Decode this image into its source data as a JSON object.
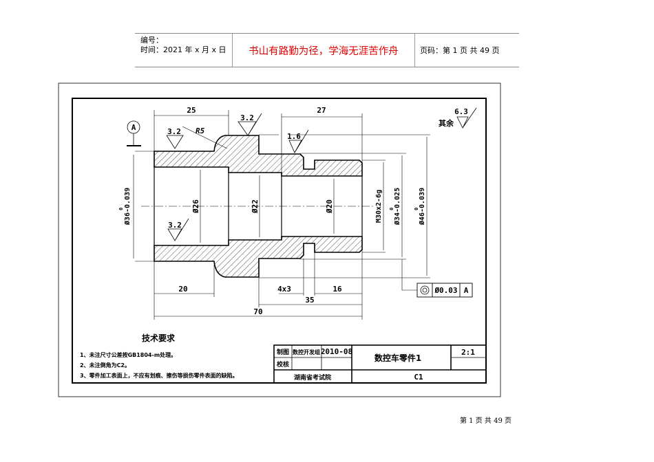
{
  "header": {
    "number_label": "编号：",
    "time_label": "时间：2021 年 x 月 x 日",
    "motto": "书山有路勤为径，学海无涯苦作舟",
    "page_code": "页码：第 1 页  共 49 页"
  },
  "drawing": {
    "dimensions": {
      "d25": "25",
      "d27": "27",
      "d20": "20",
      "d16": "16",
      "d4x3": "4x3",
      "d35": "35",
      "d70": "70",
      "r5": "R5",
      "phi36": "Ø36-0.039",
      "phi36_upper": "0",
      "phi26": "Ø26",
      "phi22": "Ø22",
      "phi20": "Ø20",
      "thread": "M30x2-6g",
      "phi34": "Ø34-0.025",
      "phi34_upper": "0",
      "phi46": "Ø46-0.039",
      "phi46_upper": "0"
    },
    "roughness": {
      "r1": "3.2",
      "r2": "3.2",
      "r3": "1.6",
      "r4": "3.2",
      "rest_label": "其余",
      "rest_value": "6.3"
    },
    "datum": "A",
    "tolerance": {
      "symbol": "concentricity",
      "value": "Ø0.03",
      "datum": "A"
    },
    "tech_requirements": {
      "title": "技术要求",
      "items": [
        "1、未注尺寸公差按GB1804-m处理。",
        "2、未注倒角为C2。",
        "3、零件加工表面上，不应有划痕、擦伤等损伤零件表面的缺陷。"
      ]
    },
    "title_block": {
      "drawn_label": "制图",
      "drawn_by": "数控开发组",
      "date": "2010-08",
      "checked_label": "校核",
      "part_name": "数控车零件1",
      "scale": "2:1",
      "organization": "湖南省考试院",
      "drawing_no": "C1"
    }
  },
  "footer": {
    "page": "第 1 页 共 49 页"
  }
}
